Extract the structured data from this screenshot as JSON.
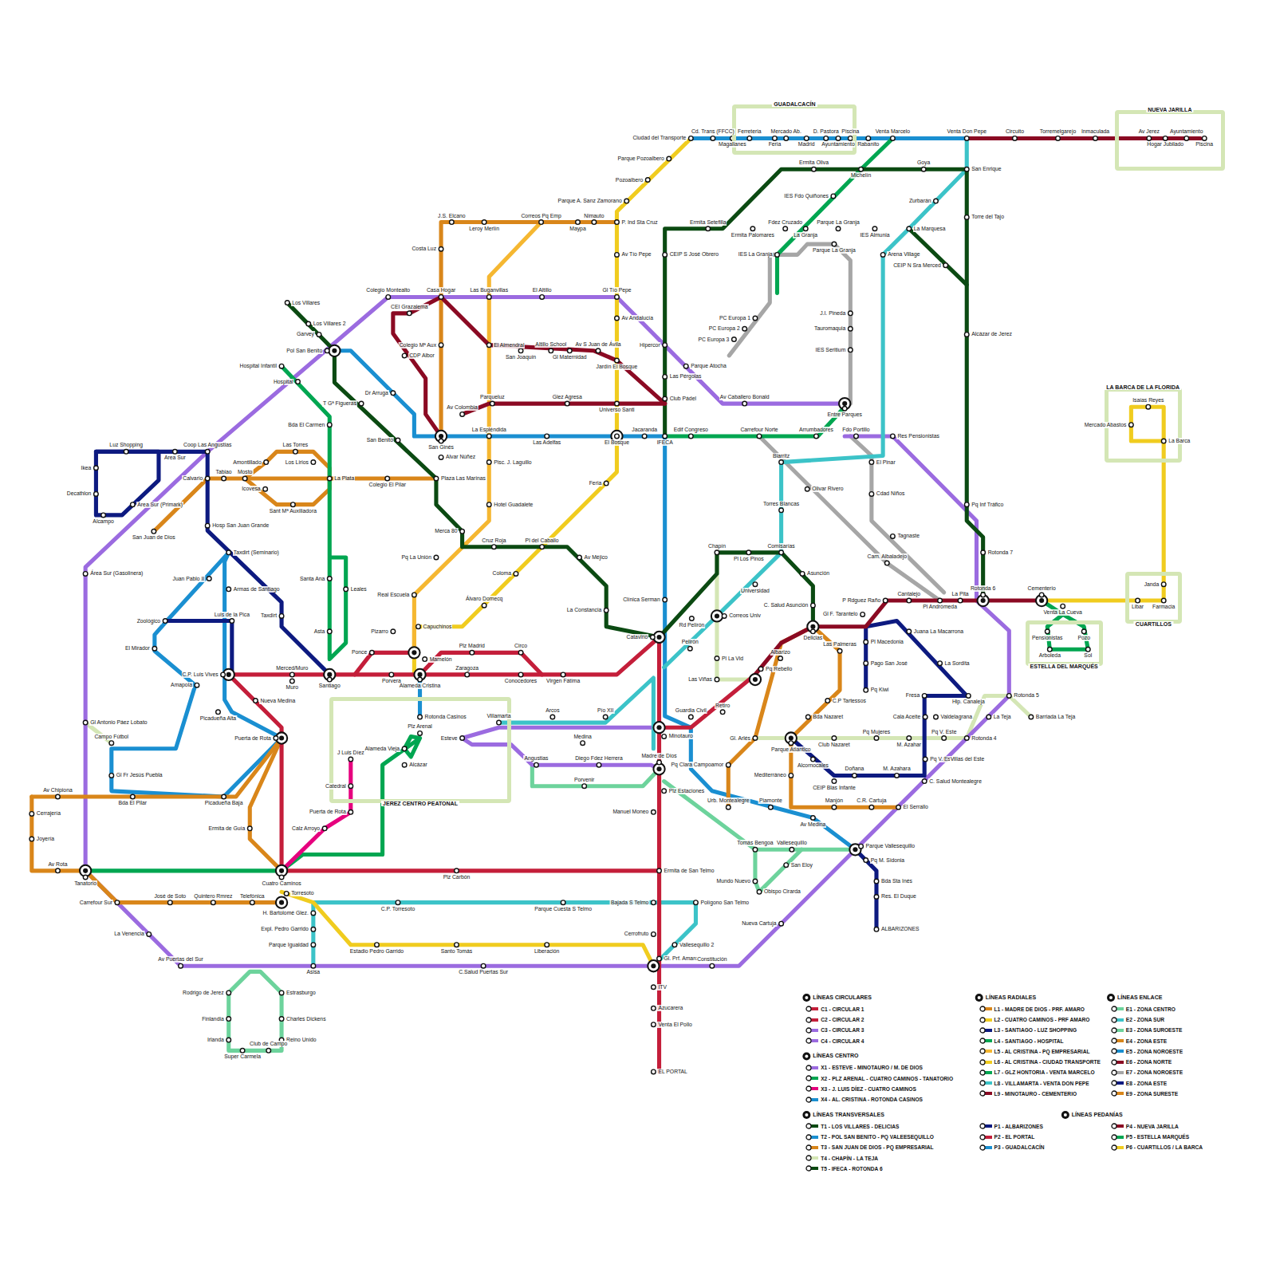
{
  "diagram": {
    "nodes": [
      {
        "text": [
          "GUADALCACÍN"
        ]
      },
      {
        "text": [
          "NUEVA JARILLA"
        ]
      },
      {
        "text": [
          "LA BARCA DE LA FLORIDA"
        ]
      },
      {
        "text": [
          "CUARTILLOS"
        ]
      },
      {
        "text": [
          "ESTELLA DEL MARQUÉS"
        ]
      },
      {
        "text": [
          "JEREZ CENTRO PEATONAL"
        ]
      }
    ],
    "labels": [
      "Ciudad del Transporte",
      "Parque Pozoalbero",
      "Pozoalbero",
      "Parque A. Sanz Zamorano",
      "P. Ind Sta Cruz",
      "Av Tío Pepe",
      "Gl Tío Pepe",
      "Av Andalucía",
      "Jardín El Bosque",
      "Universo Santi",
      "El Bosque",
      "Feria",
      "Cd. Trans (FFCC)",
      "Magallanes",
      "Ferreteria",
      "Mercado Ab.",
      "Feria",
      "Madrid",
      "D. Pastora",
      "Ayuntamiento",
      "Piscina",
      "Rabanito",
      "Venta Marcelo",
      "Venta Don Pepe",
      "Circuito",
      "Torremelgarejo",
      "Inmaculada",
      "Av Jerez",
      "Hogar Jubilado",
      "Ayuntamiento",
      "Piscina",
      "Ermita Oliva",
      "Michelín",
      "Goya",
      "San Enrique",
      "IES Fdo Quiñones",
      "Zurbarán",
      "Torre del Tajo",
      "Ermita Setefilla",
      "Ermita Palomares",
      "Fdez Cruzado",
      "La Granja",
      "Parque La Granja",
      "IES Almunia",
      "La Marquesa",
      "CEIP S José Obrero",
      "IES La Granja",
      "Parque La Granja",
      "Arena Village",
      "CEIP N Sra Merced",
      "Alcázar de Jerez",
      "J.S. Elcano",
      "Leroy Merlín",
      "Correos Pq Emp",
      "Maypa",
      "Nimauto",
      "Costa Luz",
      "Colegio Montealto",
      "Casa Hogar",
      "Las Buganvillas",
      "El Altillo",
      "Los Villares",
      "Los Villares 2",
      "Garvey",
      "Pol San Benito",
      "CEI Grazalema",
      "CDP Albor",
      "Colegio Mª Aux",
      "El Almendral",
      "San Joaquín",
      "Altillo School",
      "Gl Maternidad",
      "Av S Juan de Ávila",
      "Hipercor",
      "Parque Atocha",
      "Las Pérgolas",
      "Club Pádel",
      "PC Europa 1",
      "PC Europa 2",
      "PC Europa 3",
      "J.I. Pineda",
      "Tauromaquia",
      "IES Seritium",
      "Hospital Infantil",
      "Hospital",
      "Dr Arruga",
      "T Gª Figueras",
      "Av Caballero Bonald",
      "Entre Parques",
      "Av Colombia",
      "Parqueluz",
      "Glez Agresa",
      "San Benito",
      "San Ginés",
      "La Espléndida",
      "Las Adelfas",
      "Jacaranda",
      "IFECA",
      "Edif Congreso",
      "Carrefour Norte",
      "Arrumbadores",
      "Fdo Portillo",
      "Res Pensionistas",
      "Bda El Carmen",
      "Luz Shopping",
      "Area Sur",
      "Coop Las Angustias",
      "Ikea",
      "Decathlon",
      "Alcampo",
      "Area Sur (Primark)",
      "Calvario",
      "Tabiao",
      "Mosto",
      "Amontillado",
      "Icovesa",
      "Las Torres",
      "Los Lirios",
      "Sant Mª Auxiliadora",
      "La Plata",
      "Colegio El Pilar",
      "Plaza Las Marinas",
      "Alvar Núñez",
      "Pisc. J. Laguillo",
      "Hotel Guadalete",
      "Biarritz",
      "El Pinar",
      "Olivar Rivero",
      "Cdad Niños",
      "Torres Blancas",
      "Pq Inf Tráfico",
      "Hosp San Juan Grande",
      "San Juan de Dios",
      "Merca 80",
      "Cruz Roja",
      "Pl del Caballo",
      "Av Méjico",
      "Taxdirt (Seminario)",
      "Tagnaste",
      "Chapín",
      "Pl Los Pinos",
      "Comisarías",
      "Rotonda 7",
      "Pq La Unión",
      "Cam. Albaladejo",
      "Asunción",
      "Área Sur (Gasolinera)",
      "Coloma",
      "Santa Ana",
      "Juan Pablo II",
      "Leales",
      "Armas de Santiago",
      "Universidad",
      "Cantalejo",
      "Pl Andrómeda",
      "La Pita",
      "Rotonda 6",
      "Cementerio",
      "Venta La Cueva",
      "Janda",
      "Libar",
      "Farmacia",
      "Real Escuela",
      "La Constancia",
      "Álvaro Domecq",
      "Clínica Serman",
      "C. Salud Asunción",
      "P Rdguez Raño",
      "Gl F. Tarantelo",
      "Luis de la Pica",
      "Taxdirt",
      "Zoológico",
      "Capuchinos",
      "Pizarro",
      "Asta",
      "Catavino",
      "Pl Macedonia",
      "Juana La Macarrona",
      "Rd Pelirón",
      "Pelirón",
      "Correos Univ",
      "Delicias",
      "El Mirador",
      "Las Palmeras",
      "Ponce",
      "Plz Madrid",
      "Circo",
      "Mamelón",
      "Pl La Vid",
      "Pq Rebello",
      "Albarizo",
      "Pago San José",
      "La Sordita",
      "C.P. Luis Vives",
      "Merced/Muro",
      "Muro",
      "Santiago",
      "Porvera",
      "Alameda Cristina",
      "Zaragoza",
      "Conocedores",
      "Virgen Fátima",
      "Las Viñas",
      "Amapola",
      "Pq Kiwi",
      "Fresa",
      "Hip. Canaleja",
      "Rotonda 5",
      "Nueva Medina",
      "C.P Tartessos",
      "Gl Antonio Páez Lobato",
      "Picadueña Alta",
      "Rotonda Casinos",
      "Villamarta",
      "Arcos",
      "Pío XII",
      "Guardia Civil",
      "Retiro",
      "Bda Nazaret",
      "Cala Aceite",
      "Valdelagrana",
      "La Teja",
      "Barriada La Teja",
      "Campo Fútbol",
      "Puerta de Rota",
      "Esteve",
      "Medina",
      "Minotauro",
      "Plz Arenal",
      "Alameda Vieja",
      "Alcázar",
      "J Luis Díez",
      "Gl. Arlés",
      "Parque Atlántico",
      "Club Nazaret",
      "Pq Mujeres",
      "M. Azahar",
      "Pq V. Este",
      "Rotonda 4",
      "Pq Clara Campoamor",
      "Alcornocales",
      "Pq V. Este",
      "Villas del Este",
      "Gl Fr Jesús Puebla",
      "Angustias",
      "Diego Fdez Herrera",
      "Madre de Dios",
      "Doñana",
      "M. Azahara",
      "CEIP Blas Infante",
      "C. Salud Montealegre",
      "Catedral",
      "Porvenir",
      "Plz Estaciones",
      "Mediterráneo",
      "Bda El Pilar",
      "Picadueña Baja",
      "Av Chipiona",
      "Cerrajería",
      "Urb. Montealegre",
      "Piamonte",
      "Av Medina",
      "Manjón",
      "C.R. Cartuja",
      "El Serrallo",
      "Puerta de Rota",
      "Manuel Moneo",
      "Ermita de Guía",
      "Calz Arroyo",
      "Joyería",
      "Tomás Bengoa",
      "Vallesequillo",
      "Parque Vallesequillo",
      "Pq M. Sidonia",
      "San Eloy",
      "Av Rota",
      "Tanatorio",
      "Cuatro Caminos",
      "Plz Carbón",
      "Ermita de San Telmo",
      "Mundo Nuevo",
      "Bda Sta Inés",
      "Obispo Cirarda",
      "Torresoto",
      "Carrefour Sur",
      "José de Soto",
      "Quintero Rmrez",
      "Telefónica",
      "C.P. Torresoto",
      "Parque Cuesta S Telmo",
      "Bajada S Telmo",
      "Polígono San Telmo",
      "Res. El Duque",
      "H. Bartolomé Glez.",
      "Expl. Pedro Garrido",
      "ALBARIZONES",
      "Nueva Cartuja",
      "Cerrofruto",
      "La Venencia",
      "Parque Igualdad",
      "Estadio Pedro Garrido",
      "Santo Tomás",
      "Liberación",
      "Vallesequillo 2",
      "Gl. Prf. Amaro",
      "Constitución",
      "Av Puertas del Sur",
      "Asisa",
      "C.Salud Puertas Sur",
      "ITV",
      "Rodrigo de Jerez",
      "Estrasburgo",
      "Azucarera",
      "Finlandia",
      "Charles Dickens",
      "Venta El Pollo",
      "Irlanda",
      "Reino Unido",
      "Club de Campo",
      "Super Carmela",
      "EL PORTAL",
      "Pensionistas",
      "Pozo",
      "Arboleda",
      "Sol",
      "Isaías Reyes",
      "Mercado Abastos",
      "La Barca",
      "LÍNEAS CIRCULARES",
      "LÍNEAS CENTRO",
      "LÍNEAS TRANSVERSALES",
      "LÍNEAS RADIALES",
      "LÍNEAS ENLACE",
      "LÍNEAS PEDANÍAS"
    ],
    "legend": [
      {
        "text": "C1 - CIRCULAR 1",
        "color": "#c41e3a"
      },
      {
        "text": "C2 - CIRCULAR 2",
        "color": "#c41e3a"
      },
      {
        "text": "C3 - CIRCULAR 3",
        "color": "#9b6be0"
      },
      {
        "text": "C4 - CIRCULAR 4",
        "color": "#9b6be0"
      },
      {
        "text": "X1 - ESTEVE - MINOTAURO / M. DE DIOS",
        "color": "#9b6be0"
      },
      {
        "text": "X2 - PLZ ARENAL - CUATRO CAMINOS - TANATORIO",
        "color": "#00a651"
      },
      {
        "text": "X3 - J. LUIS DÍEZ - CUATRO CAMINOS",
        "color": "#e6007e"
      },
      {
        "text": "X4 - AL. CRISTINA - ROTONDA CASINOS",
        "color": "#1a8fd1"
      },
      {
        "text": "T1 - LOS VILLARES - DELICIAS",
        "color": "#0b4a12"
      },
      {
        "text": "T2 - POL SAN BENITO - PQ VALEESEQUILLO",
        "color": "#1a8fd1"
      },
      {
        "text": "T3 - SAN JUAN DE DIOS - PQ EMPRESARIAL",
        "color": "#d9861a"
      },
      {
        "text": "T4 - CHAPÍN - LA TEJA",
        "color": "#d4e6b5"
      },
      {
        "text": "T5 - IFECA - ROTONDA 6",
        "color": "#0b4a12"
      },
      {
        "text": "L1 - MADRE DE DIOS - PRF. AMARO",
        "color": "#d9861a"
      },
      {
        "text": "L2 - CUATRO CAMINOS - PRF AMARO",
        "color": "#f0cc1f"
      },
      {
        "text": "L3 - SANTIAGO - LUZ SHOPPING",
        "color": "#0d1a80"
      },
      {
        "text": "L4 - SANTIAGO - HOSPITAL",
        "color": "#00a651"
      },
      {
        "text": "L5 - AL CRISTINA - PQ EMPRESARIAL",
        "color": "#f5b731"
      },
      {
        "text": "L6 - AL CRISTINA - CIUDAD TRANSPORTE",
        "color": "#f0cc1f"
      },
      {
        "text": "L7 - GLZ HONTORIA - VENTA MARCELO",
        "color": "#00a651"
      },
      {
        "text": "L8 - VILLAMARTA - VENTA DON PEPE",
        "color": "#3cc3c8"
      },
      {
        "text": "L9 - MINOTAURO - CEMENTERIO",
        "color": "#8b0a23"
      },
      {
        "text": "E1 - ZONA CENTRO",
        "color": "#6dd39c"
      },
      {
        "text": "E2 - ZONA SUR",
        "color": "#3cc3c8"
      },
      {
        "text": "E3 - ZONA SUROESTE",
        "color": "#6dd39c"
      },
      {
        "text": "E4 - ZONA ESTE",
        "color": "#d9861a"
      },
      {
        "text": "E5 - ZONA NOROESTE",
        "color": "#1a8fd1"
      },
      {
        "text": "E6 - ZONA NORTE",
        "color": "#8b0a23"
      },
      {
        "text": "E7 - ZONA NOROESTE",
        "color": "#a6a6a6"
      },
      {
        "text": "E8 - ZONA ESTE",
        "color": "#0d1a80"
      },
      {
        "text": "E9 - ZONA SURESTE",
        "color": "#d9861a"
      },
      {
        "text": "P1 - ALBARIZONES",
        "color": "#0d1a80"
      },
      {
        "text": "P2 - EL PORTAL",
        "color": "#c41e3a"
      },
      {
        "text": "P3 - GUADALCACÍN",
        "color": "#1a8fd1"
      },
      {
        "text": "P4 - NUEVA JARILLA",
        "color": "#8b0a23"
      },
      {
        "text": "P5 - ESTELLA MARQUÉS",
        "color": "#00a651"
      },
      {
        "text": "P6 - CUARTILLOS / LA BARCA",
        "color": "#f0cc1f"
      }
    ]
  }
}
